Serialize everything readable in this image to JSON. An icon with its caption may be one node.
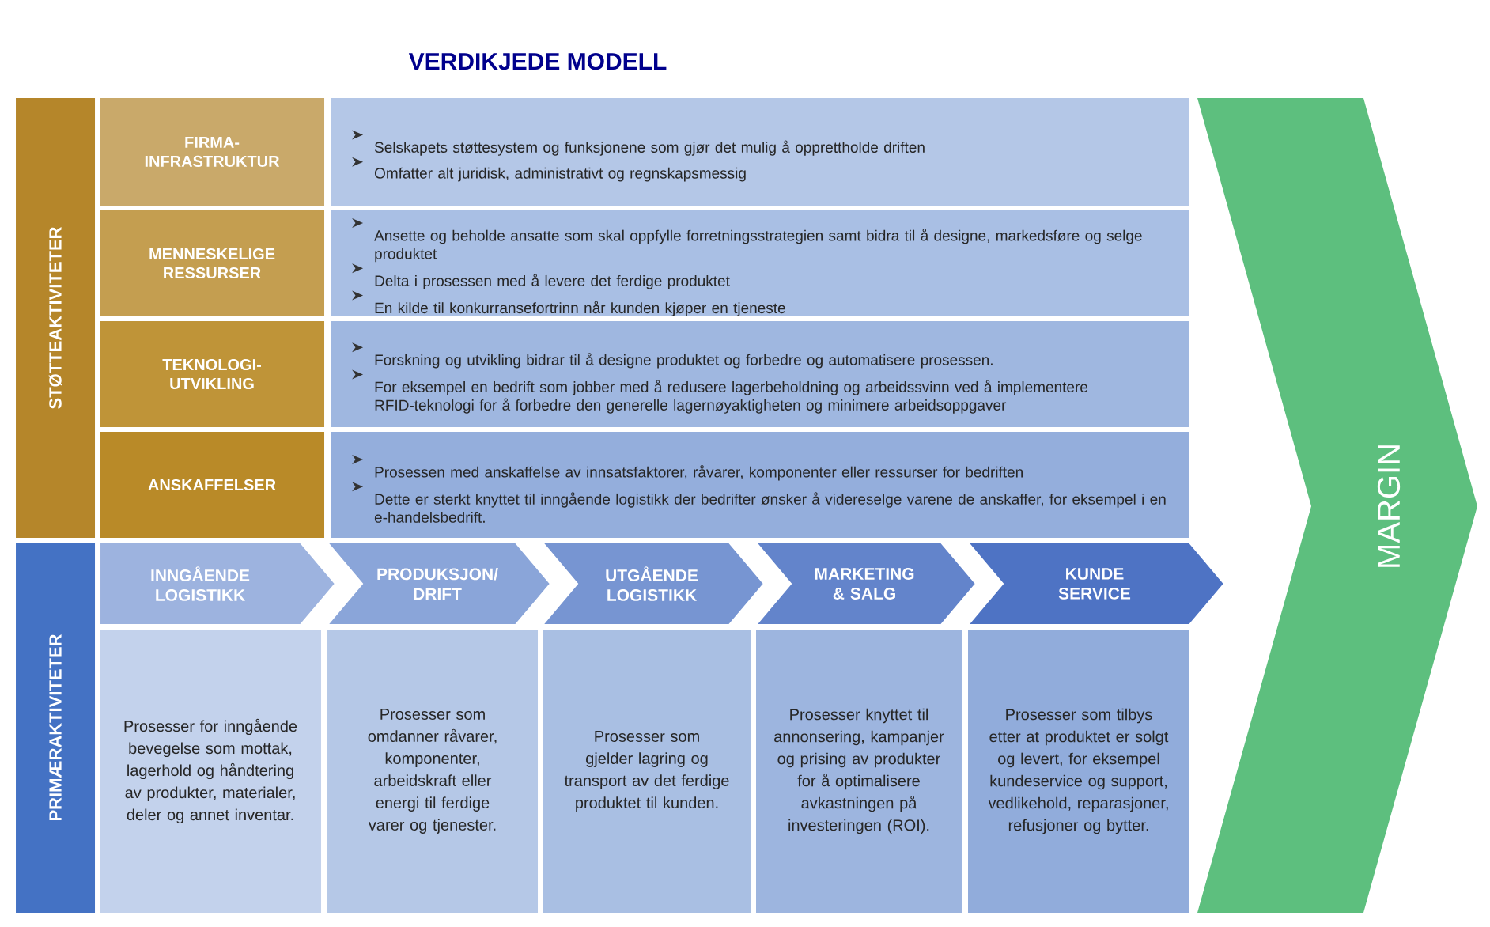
{
  "diagram": {
    "title": "VERDIKJEDE MODELL",
    "nodes": [
      {
        "text": [
          "STØTTEAKTIVITETER"
        ]
      },
      {
        "text": [
          "FIRMA-INFRASTRUKTUR"
        ]
      },
      {
        "text": [
          "Selskapets støttesystem og funksjonene som gjør det mulig å opprettholde driften",
          "Omfatter alt juridisk, administrativt og regnskapsmessig"
        ]
      },
      {
        "text": [
          "MENNESKELIGE RESSURSER"
        ]
      },
      {
        "text": [
          "Ansette og beholde ansatte som skal oppfylle forretningsstrategien samt bidra til å designe, markedsføre og selge produktet",
          "Delta i prosessen med å levere det ferdige produktet",
          "En kilde til konkurransefortrinn når kunden kjøper en tjeneste"
        ]
      },
      {
        "text": [
          "TEKNOLOGI-UTVIKLING"
        ]
      },
      {
        "text": [
          "Forskning og utvikling bidrar til å designe produktet og forbedre og automatisere prosessen.",
          "For eksempel en bedrift som jobber med å redusere lagerbeholdning og arbeidssvinn ved å implementere RFID-teknologi for å forbedre den generelle lagernøyaktigheten og minimere arbeidsoppgaver"
        ]
      },
      {
        "text": [
          "ANSKAFFELSER"
        ]
      },
      {
        "text": [
          "Prosessen med anskaffelse av innsatsfaktorer, råvarer, komponenter eller ressurser for bedriften",
          "Dette er sterkt knyttet til inngående logistikk der bedrifter ønsker å videreselge varene de anskaffer, for eksempel i en e-handelsbedrift."
        ]
      },
      {
        "text": [
          "PRIMÆRAKTIVITETER"
        ]
      },
      {
        "text": [
          "INNGÅENDE LOGISTIKK"
        ]
      },
      {
        "text": [
          "PRODUKSJON/ DRIFT"
        ]
      },
      {
        "text": [
          "UTGÅENDE LOGISTIKK"
        ]
      },
      {
        "text": [
          "MARKETING & SALG"
        ]
      },
      {
        "text": [
          "KUNDE SERVICE"
        ]
      },
      {
        "text": [
          "Prosesser for inngående bevegelse som mottak, lagerhold og håndtering av produkter, materialer, deler og annet inventar."
        ]
      },
      {
        "text": [
          "Prosesser som omdanner råvarer, komponenter, arbeidskraft eller energi til ferdige varer og tjenester."
        ]
      },
      {
        "text": [
          "Prosesser som gjelder lagring og transport av det ferdige produktet til kunden."
        ]
      },
      {
        "text": [
          "Prosesser knyttet til annonsering, kampanjer og prising av produkter for å optimalisere avkastningen på investeringen (ROI)."
        ]
      },
      {
        "text": [
          "Prosesser som tilbys etter at produktet er solgt og levert, for eksempel kundeservice og support, vedlikehold, reparasjoner, refusjoner og bytter."
        ]
      },
      {
        "text": [
          "MARGIN"
        ]
      }
    ]
  }
}
